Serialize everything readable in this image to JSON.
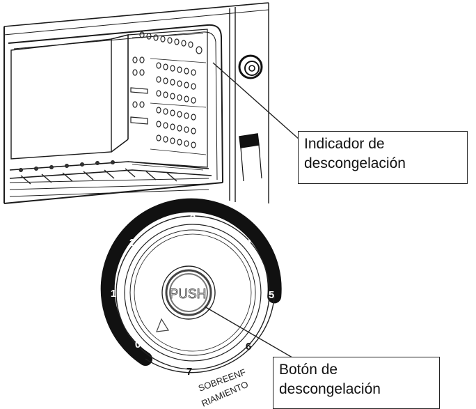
{
  "callouts": {
    "defrost_indicator": {
      "line1": "Indicador de",
      "line2": "descongelación"
    },
    "defrost_button": {
      "line1": "Botón de",
      "line2": "descongelación"
    }
  },
  "dial": {
    "numbers": [
      "0",
      "1",
      "2",
      "3",
      "4",
      "5",
      "6",
      "7"
    ],
    "push_label": "PUSH",
    "arc_text_1": "SOBREENF",
    "arc_text_2": "RIAMIENTO"
  }
}
